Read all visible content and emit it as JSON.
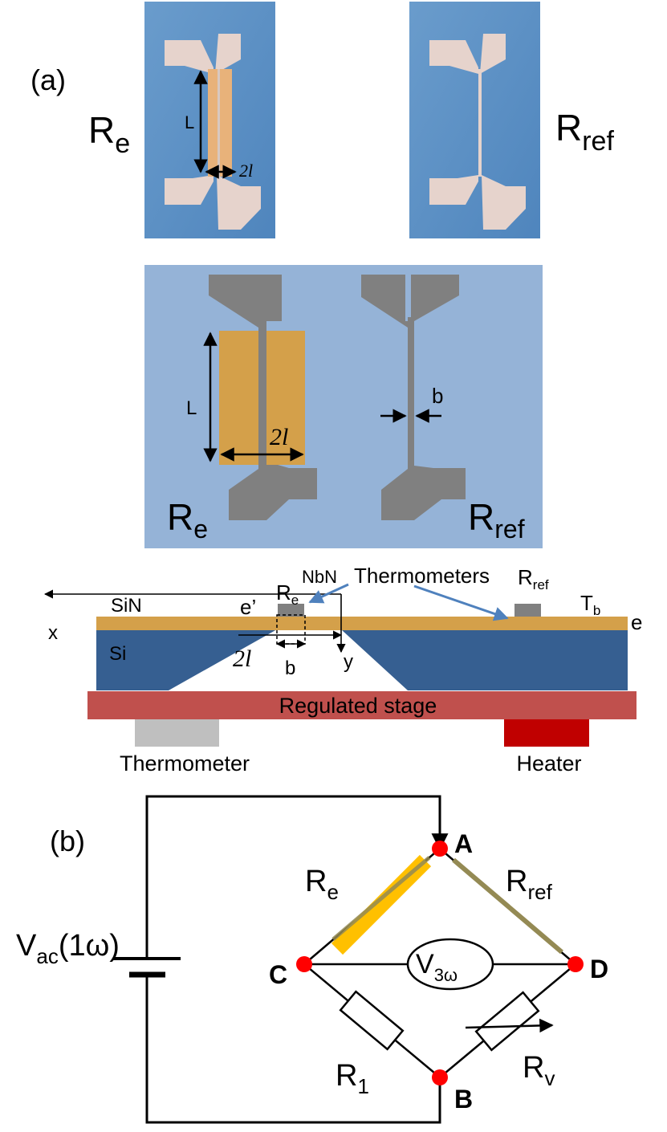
{
  "panel_a": {
    "label": "(a)",
    "photo_left_label": {
      "main": "R",
      "sub": "e"
    },
    "photo_right_label": {
      "main": "R",
      "sub": "ref"
    },
    "photo_length_label": "L",
    "photo_width_label": "2l"
  },
  "schematic": {
    "left_label": {
      "main": "R",
      "sub": "e"
    },
    "right_label": {
      "main": "R",
      "sub": "ref"
    },
    "length_label": "L",
    "width_label": "2l",
    "strip_width_label": "b"
  },
  "cross_section": {
    "re_label": {
      "main": "R",
      "sub": "e"
    },
    "rref_label": {
      "main": "R",
      "sub": "ref"
    },
    "nbn_label": "NbN",
    "thermometers_label": "Thermometers",
    "tb_label": {
      "main": "T",
      "sub": "b"
    },
    "sin_label": "SiN",
    "si_label": "Si",
    "x_label": "x",
    "y_label": "y",
    "e_prime_label": "e’",
    "e_label": "e",
    "two_l_label": "2l",
    "b_label": "b",
    "stage_label": "Regulated stage",
    "thermometer_label": "Thermometer",
    "heater_label": "Heater"
  },
  "panel_b": {
    "label": "(b)",
    "source_label": {
      "main": "V",
      "sub": "ac",
      "tail": "(1ω)"
    },
    "re_label": {
      "main": "R",
      "sub": "e"
    },
    "rref_label": {
      "main": "R",
      "sub": "ref"
    },
    "r1_label": {
      "main": "R",
      "sub": "1"
    },
    "rv_label": {
      "main": "R",
      "sub": "v"
    },
    "voltmeter_label": {
      "main": "V",
      "sub": "3ω"
    },
    "node_a": "A",
    "node_b": "B",
    "node_c": "C",
    "node_d": "D"
  },
  "colors": {
    "substrate_blue": "#5b8ec4",
    "schematic_bg": "#95b3d7",
    "metal_grey": "#808080",
    "gold": "#d4a04a",
    "si_dark_blue": "#365f91",
    "stage_red": "#c0504d",
    "heater_red": "#c00000",
    "node_red": "#ff0000",
    "re_yellow": "#ffc000",
    "rref_olive": "#948a54"
  }
}
